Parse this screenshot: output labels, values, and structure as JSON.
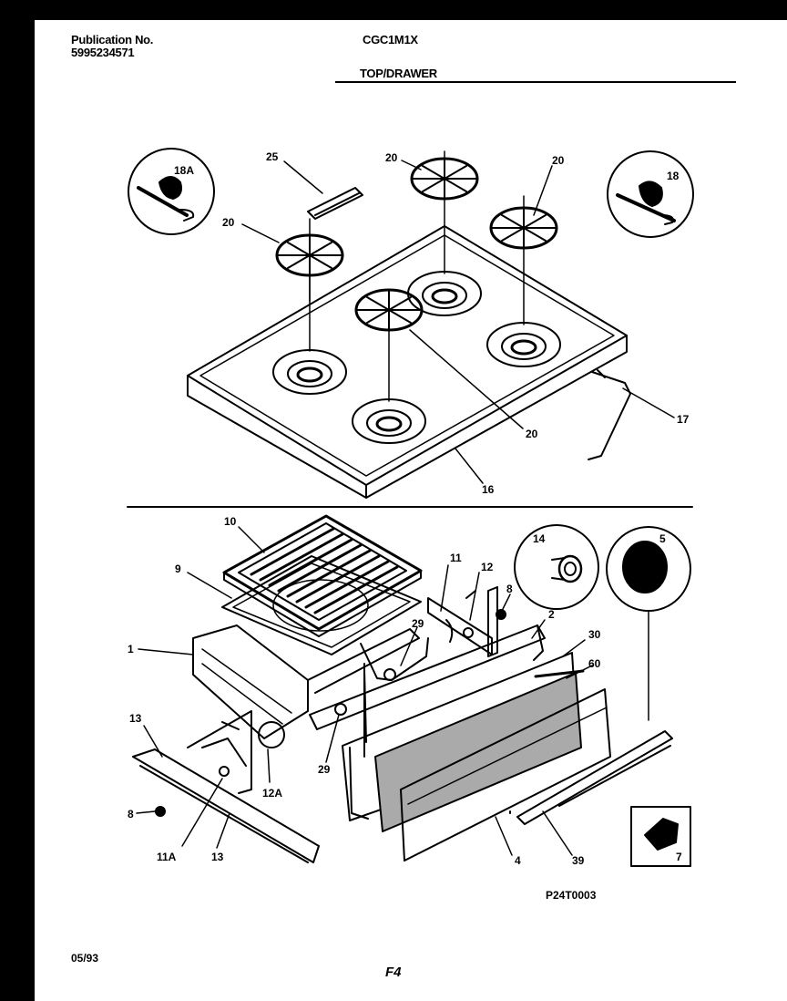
{
  "header": {
    "publication_label": "Publication No.",
    "publication_number": "5995234571",
    "model": "CGC1M1X",
    "section": "TOP/DRAWER"
  },
  "callouts": {
    "c18a": "18A",
    "c18": "18",
    "c25": "25",
    "c20a": "20",
    "c20b": "20",
    "c20c": "20",
    "c20d": "20",
    "c17": "17",
    "c16": "16",
    "c10": "10",
    "c9": "9",
    "c1": "1",
    "c11": "11",
    "c12": "12",
    "c8a": "8",
    "c14": "14",
    "c5": "5",
    "c2": "2",
    "c30": "30",
    "c60": "60",
    "c29a": "29",
    "c29b": "29",
    "c13a": "13",
    "c13b": "13",
    "c12a": "12A",
    "c8b": "8",
    "c11a": "11A",
    "c4": "4",
    "c39": "39",
    "c7": "7"
  },
  "figure_code": "P24T0003",
  "footer": {
    "date": "05/93",
    "page": "F4"
  }
}
